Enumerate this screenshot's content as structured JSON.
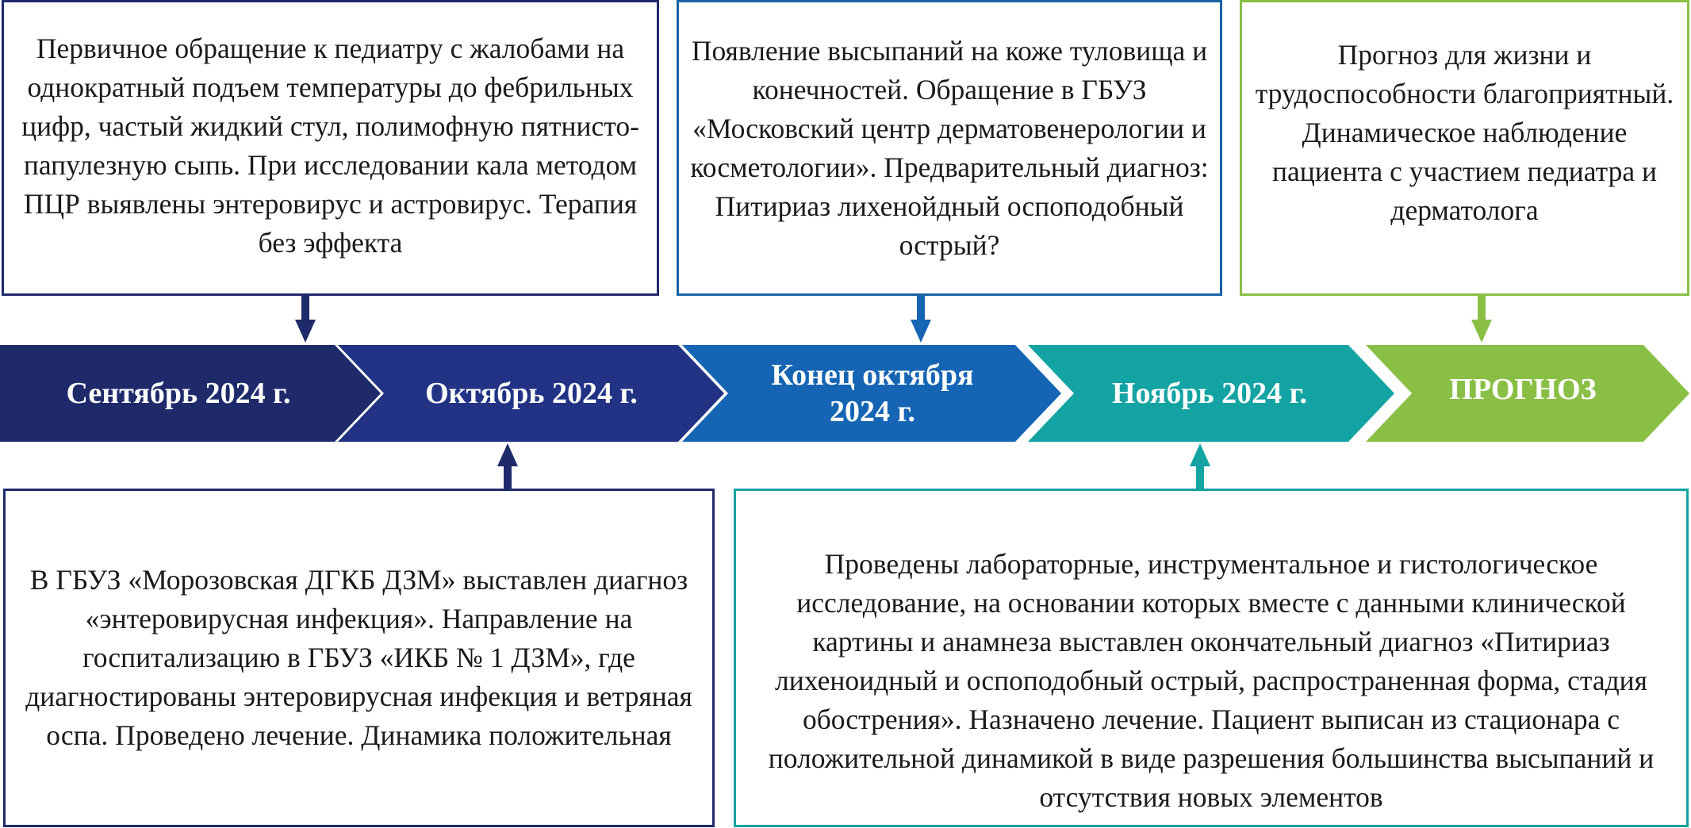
{
  "timeline": {
    "stages": [
      {
        "label": "Сентябрь 2024 г.",
        "color": "#1f2a6b"
      },
      {
        "label": "Октябрь 2024 г.",
        "color": "#223385"
      },
      {
        "label": "Конец октября 2024 г.",
        "color": "#1565b4"
      },
      {
        "label": "Ноябрь 2024 г.",
        "color": "#14a3a3"
      },
      {
        "label": "ПРОГНОЗ",
        "color": "#8abf45"
      }
    ]
  },
  "boxes": {
    "september": {
      "text": "Первичное обращение к педиатру с жалобами на однократный подъем температуры до фебрильных цифр, частый жидкий стул, полимофную пятнисто-папулезную сыпь. При исследовании кала методом ПЦР выявлены энтеровирус и астровирус. Терапия без эффекта",
      "border_color": "#1f2a6b"
    },
    "october_end": {
      "text": "Появление высыпаний на коже туловища и конечностей. Обращение в ГБУЗ «Московский центр дерматовенерологии и косметологии». Предварительный диагноз: Питириаз лихенойдный оспоподобный острый?",
      "border_color": "#1a63a8"
    },
    "prognosis": {
      "text": "Прогноз для жизни и трудоспособности благоприятный. Динамическое наблюдение пациента с участием педиатра и дерматолога",
      "border_color": "#8abf45"
    },
    "october": {
      "text": "В ГБУЗ «Морозовская ДГКБ ДЗМ» выставлен диагноз «энтеровирусная инфекция». Направление на госпитализацию в ГБУЗ «ИКБ № 1 ДЗМ», где диагностированы энтеровирусная инфекция и ветряная оспа. Проведено лечение. Динамика положительная",
      "border_color": "#1f2a6b"
    },
    "november": {
      "text": "Проведены лабораторные, инструментальное и гистологическое исследование, на основании которых вместе с данными клинической картины и анамнеза выставлен окончательный диагноз «Питириаз лихеноидный и оспоподобный острый, распространенная форма, стадия обострения». Назначено лечение. Пациент выписан из стационара с положительной динамикой в виде разрешения большинства высыпаний и отсутствия новых элементов",
      "border_color": "#14a3a3"
    }
  }
}
